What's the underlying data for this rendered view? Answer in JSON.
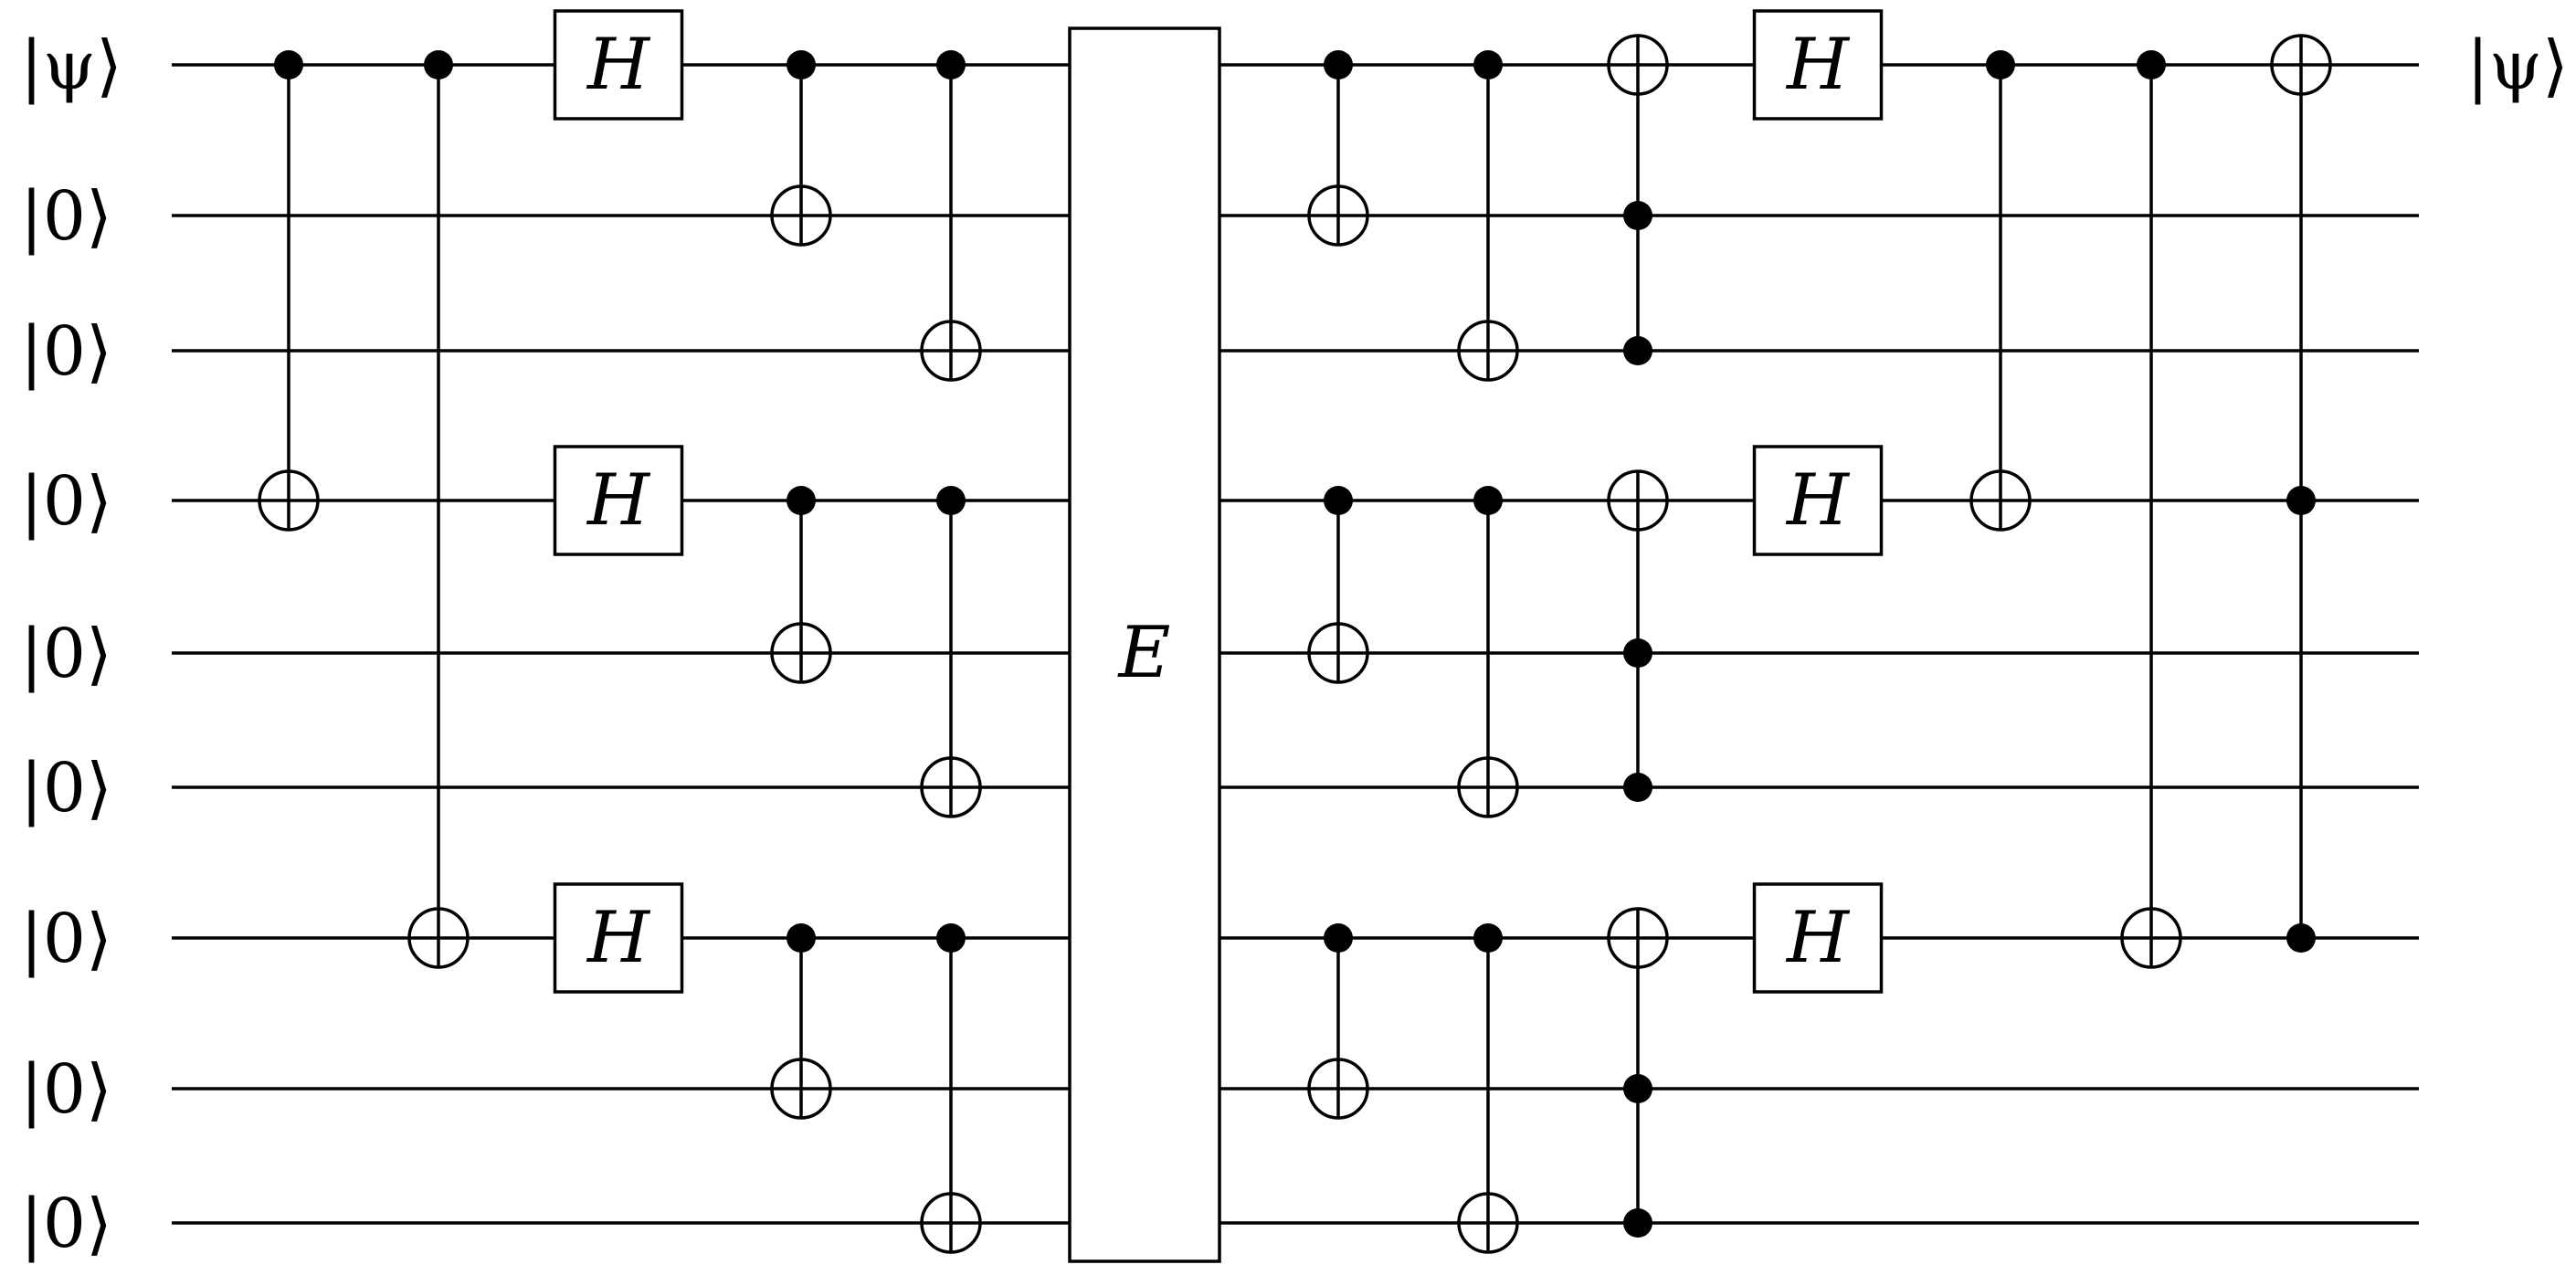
{
  "circuit": {
    "input_labels": [
      "|ψ⟩",
      "|0⟩",
      "|0⟩",
      "|0⟩",
      "|0⟩",
      "|0⟩",
      "|0⟩",
      "|0⟩",
      "|0⟩"
    ],
    "output_labels": [
      "|ψ⟩",
      "",
      "",
      "",
      "",
      "",
      "",
      "",
      ""
    ],
    "gates": [
      {
        "type": "cnot",
        "controls": [
          0
        ],
        "target": 3
      },
      {
        "type": "cnot",
        "controls": [
          0
        ],
        "target": 6
      },
      {
        "type": "h",
        "label": "H",
        "qubits": [
          0,
          3,
          6
        ]
      },
      {
        "type": "cnot",
        "controls": [
          0
        ],
        "target": 1
      },
      {
        "type": "cnot",
        "controls": [
          3
        ],
        "target": 4
      },
      {
        "type": "cnot",
        "controls": [
          6
        ],
        "target": 7
      },
      {
        "type": "cnot",
        "controls": [
          0
        ],
        "target": 2
      },
      {
        "type": "cnot",
        "controls": [
          3
        ],
        "target": 5
      },
      {
        "type": "cnot",
        "controls": [
          6
        ],
        "target": 8
      },
      {
        "type": "box",
        "label": "E",
        "from": 0,
        "to": 8
      },
      {
        "type": "cnot",
        "controls": [
          0
        ],
        "target": 1
      },
      {
        "type": "cnot",
        "controls": [
          3
        ],
        "target": 4
      },
      {
        "type": "cnot",
        "controls": [
          6
        ],
        "target": 7
      },
      {
        "type": "cnot",
        "controls": [
          0
        ],
        "target": 2
      },
      {
        "type": "cnot",
        "controls": [
          3
        ],
        "target": 5
      },
      {
        "type": "cnot",
        "controls": [
          6
        ],
        "target": 8
      },
      {
        "type": "toffoli",
        "controls": [
          1,
          2
        ],
        "target": 0
      },
      {
        "type": "toffoli",
        "controls": [
          4,
          5
        ],
        "target": 3
      },
      {
        "type": "toffoli",
        "controls": [
          7,
          8
        ],
        "target": 6
      },
      {
        "type": "h",
        "label": "H",
        "qubits": [
          0,
          3,
          6
        ]
      },
      {
        "type": "cnot",
        "controls": [
          0
        ],
        "target": 3
      },
      {
        "type": "cnot",
        "controls": [
          0
        ],
        "target": 6
      },
      {
        "type": "toffoli",
        "controls": [
          3,
          6
        ],
        "target": 0
      }
    ]
  }
}
